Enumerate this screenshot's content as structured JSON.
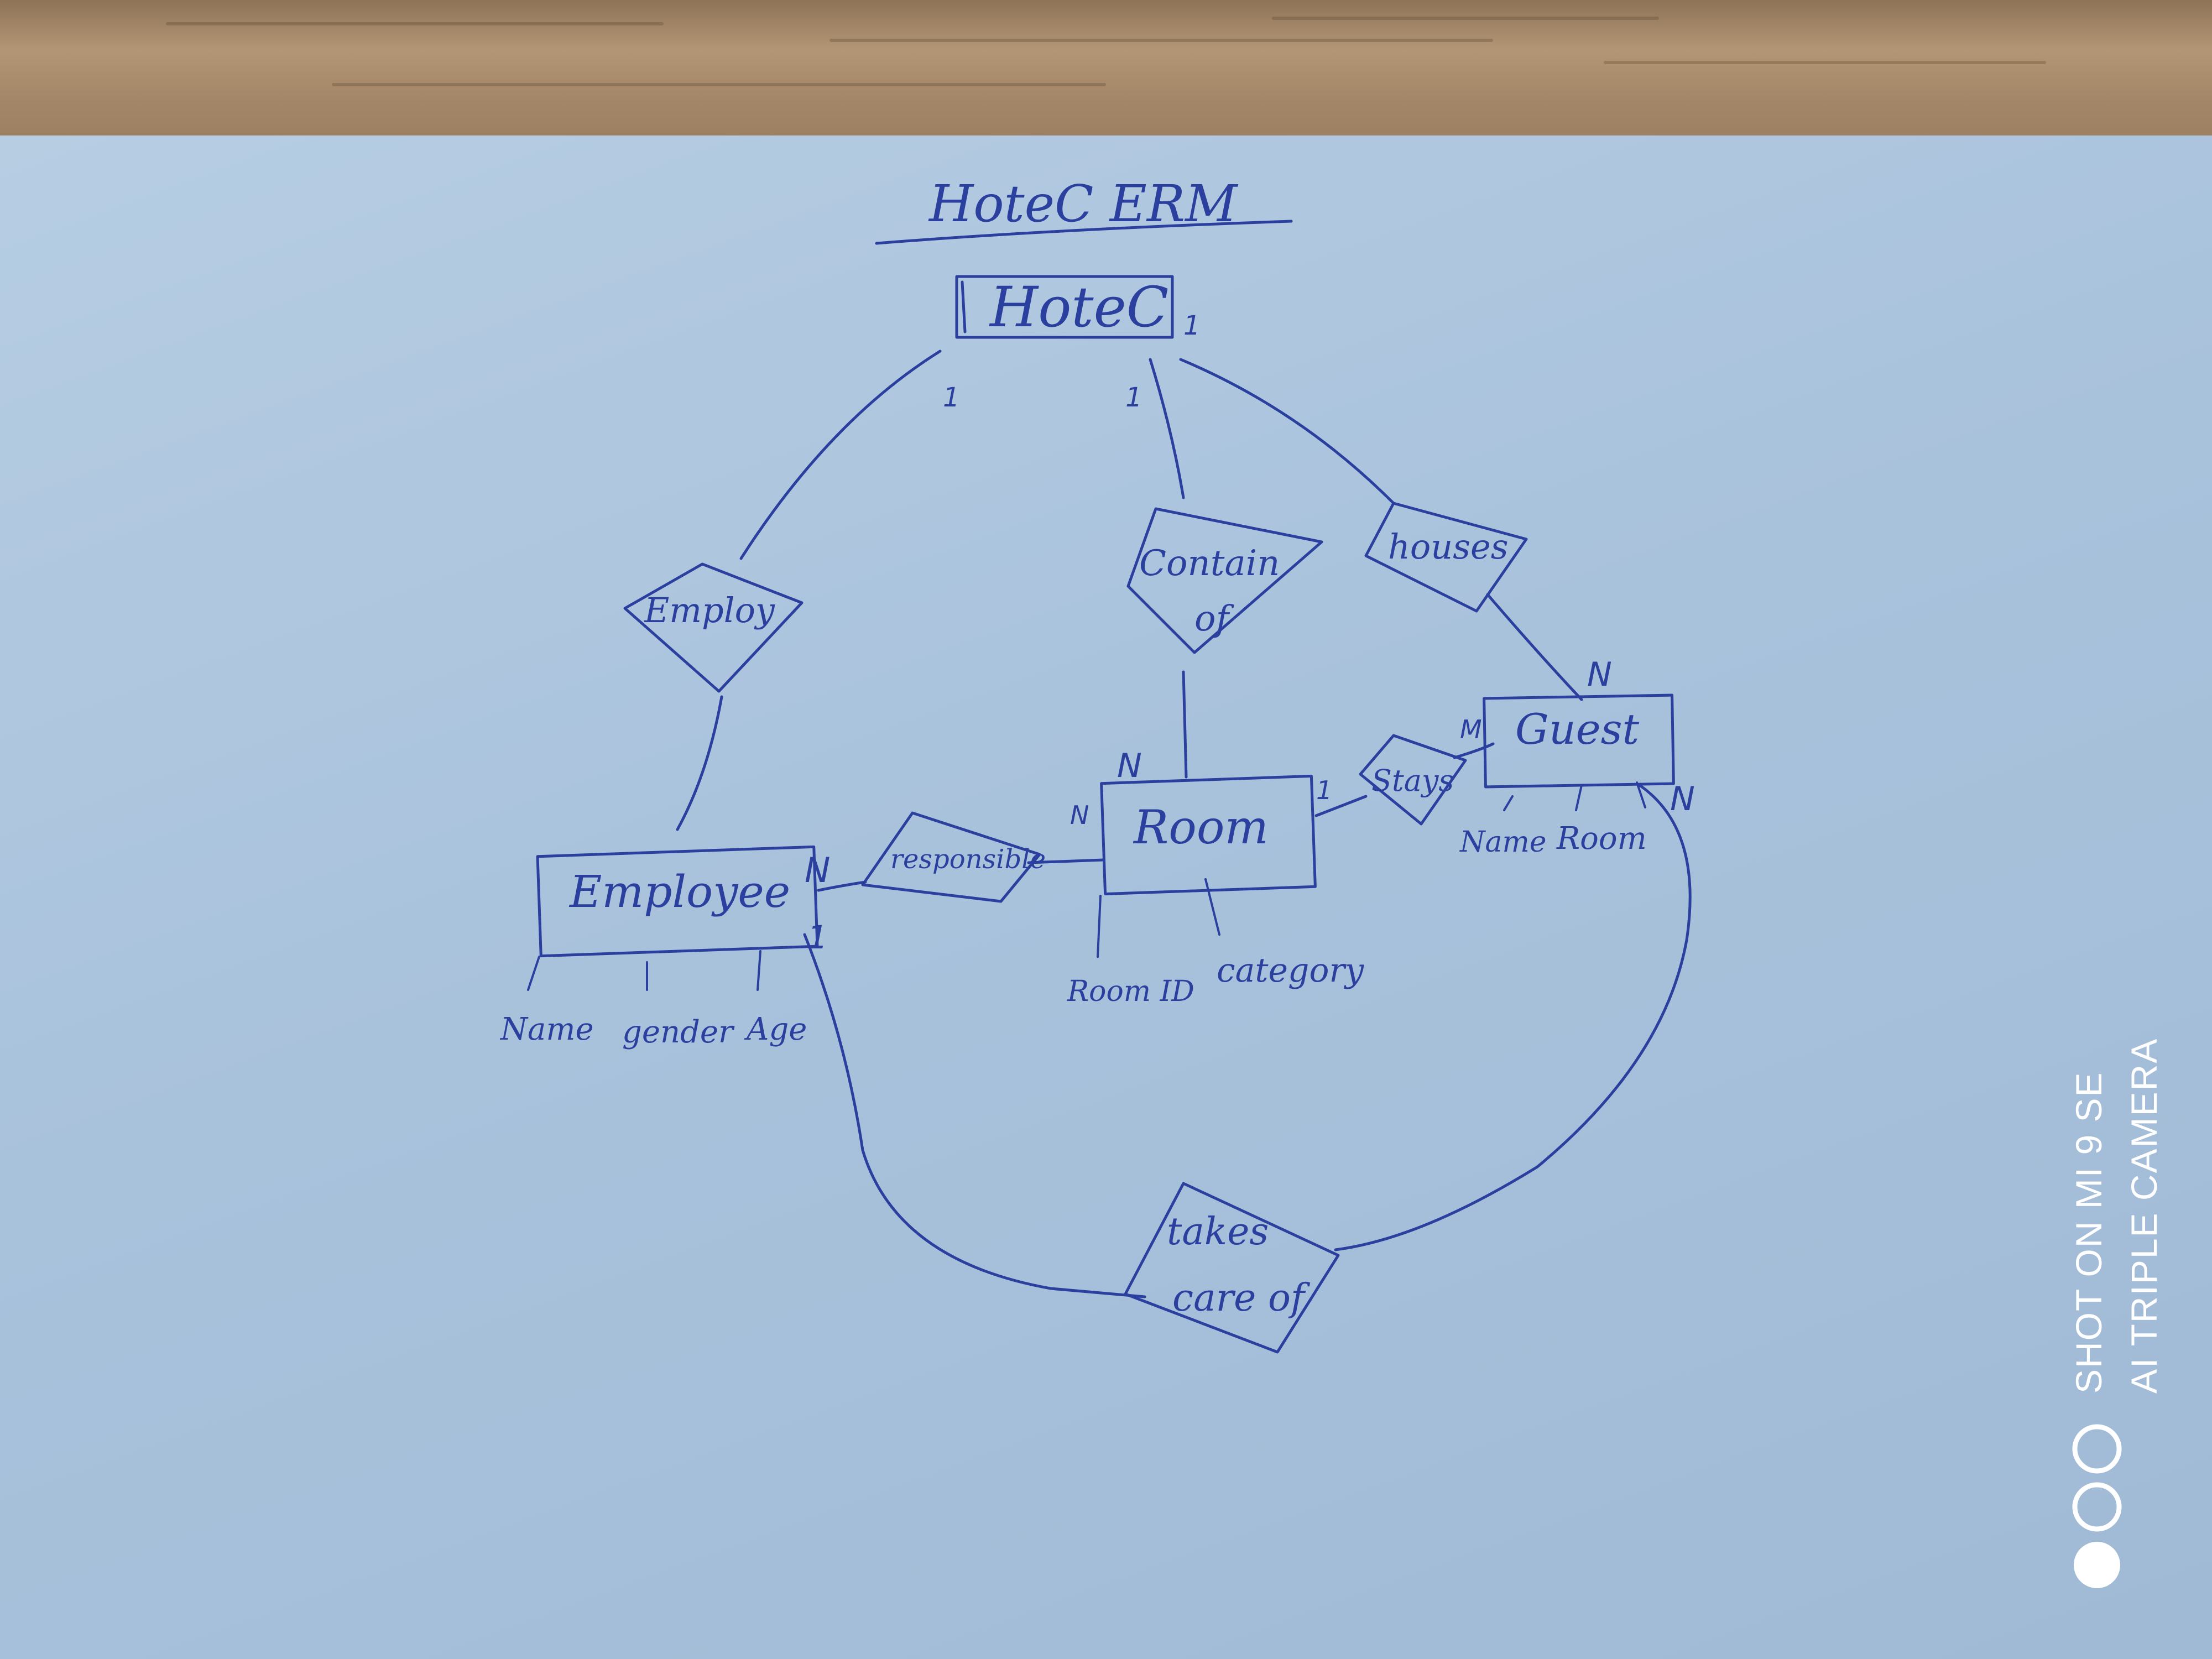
{
  "diagram": {
    "title": "HoteC ERM",
    "entities": {
      "hotel": "HoteC",
      "employee": "Employee",
      "room": "Room",
      "guest": "Guest"
    },
    "relationships": {
      "employ": "Employ",
      "contain_of_line1": "Contain",
      "contain_of_line2": "of",
      "houses": "houses",
      "responsible": "responsible",
      "stays": "Stays",
      "takes_care_line1": "takes",
      "takes_care_line2": "care of"
    },
    "attributes": {
      "employee": [
        "Name",
        "gender",
        "Age"
      ],
      "room": [
        "Room ID",
        "category"
      ],
      "guest": [
        "Name",
        "Room"
      ]
    },
    "cardinalities": {
      "hotel_employ": "1",
      "hotel_contain": "1",
      "hotel_houses": "1",
      "room_contain": "N",
      "guest_houses": "N",
      "guest_stays": "M",
      "room_stays": "1",
      "room_responsible": "N",
      "employee_responsible": "N",
      "employee_takes": "1",
      "guest_takes": "N"
    },
    "ink_color": "#2a3f9e"
  },
  "watermark": {
    "line1": "SHOT ON MI 9 SE",
    "line2": "AI TRIPLE CAMERA"
  }
}
